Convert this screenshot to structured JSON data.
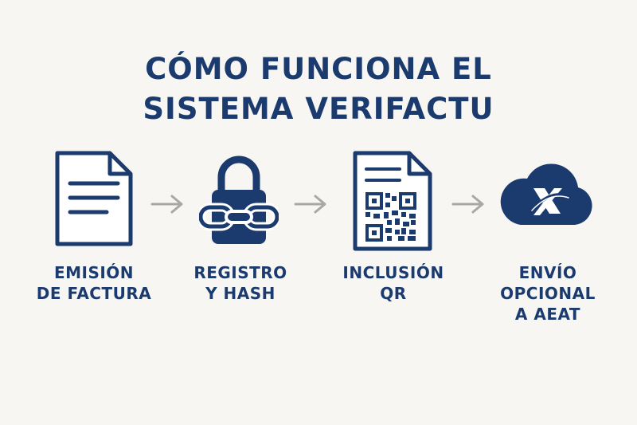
{
  "title": {
    "line1": "CÓMO FUNCIONA EL",
    "line2": "SISTEMA VERIFACTU"
  },
  "steps": [
    {
      "icon": "document-icon",
      "label_line1": "EMISIÓN",
      "label_line2": "DE FACTURA",
      "label_line3": ""
    },
    {
      "icon": "lock-chain-icon",
      "label_line1": "REGISTRO",
      "label_line2": "Y HASH",
      "label_line3": ""
    },
    {
      "icon": "qr-document-icon",
      "label_line1": "INCLUSIÓN",
      "label_line2": "QR",
      "label_line3": ""
    },
    {
      "icon": "aeat-cloud-icon",
      "label_line1": "ENVÍO",
      "label_line2": "OPCIONAL",
      "label_line3": "A AEAT"
    }
  ],
  "colors": {
    "primary": "#1b3b6f",
    "arrow": "#a8a8a8",
    "background": "#f7f6f3"
  }
}
